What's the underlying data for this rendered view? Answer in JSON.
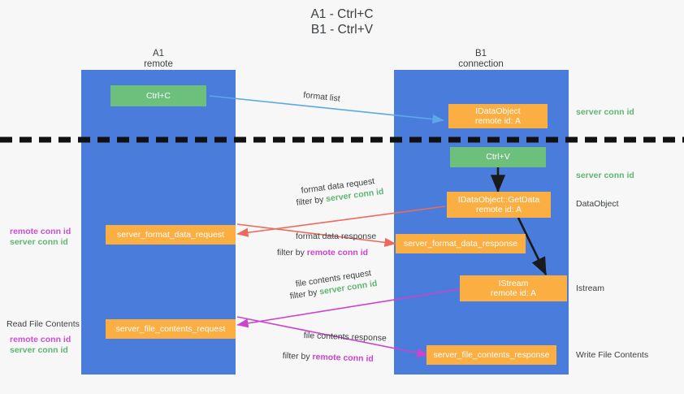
{
  "title": {
    "line1": "A1 - Ctrl+C",
    "line2": "B1 - Ctrl+V"
  },
  "lanes": [
    {
      "name": "A1",
      "sub": "remote"
    },
    {
      "name": "B1",
      "sub": "connection"
    }
  ],
  "boxes": {
    "ctrl_c": "Ctrl+C",
    "ctrl_v": "Ctrl+V",
    "idataobject_l1": "IDataObject",
    "idataobject_l2": "remote id: A",
    "getdata_l1": "IDataObject::GetData",
    "getdata_l2": "remote id: A",
    "istream_l1": "IStream",
    "istream_l2": "remote id: A",
    "server_format_data_request": "server_format_data_request",
    "server_format_data_response": "server_format_data_response",
    "server_file_contents_request": "server_file_contents_request",
    "server_file_contents_response": "server_file_contents_response"
  },
  "arrow_labels": {
    "format_list": "format list",
    "format_data_request": "format data request",
    "format_data_request_filter_prefix": "filter by ",
    "format_data_request_filter_value": "server conn id",
    "format_data_response": "format data response",
    "format_data_response_filter_prefix": "filter by ",
    "format_data_response_filter_value": "remote conn id",
    "file_contents_request": "file contents request",
    "file_contents_request_filter_prefix": "filter by ",
    "file_contents_request_filter_value": "server conn id",
    "file_contents_response": "file contents response",
    "file_contents_response_filter_prefix": "filter by ",
    "file_contents_response_filter_value": "remote conn id"
  },
  "side_labels": {
    "right_server_conn_id_top": "server conn id",
    "right_server_conn_id_mid": "server conn id",
    "right_dataobject": "DataObject",
    "right_istream": "Istream",
    "right_write_file_contents": "Write File Contents",
    "left_remote_conn_id_1": "remote conn id",
    "left_server_conn_id_1": "server conn id",
    "left_read_file_contents": "Read File Contents",
    "left_remote_conn_id_2": "remote conn id",
    "left_server_conn_id_2": "server conn id"
  },
  "colors": {
    "lane": "#4a7ddb",
    "orange": "#fbae42",
    "green": "#6cc07c",
    "arrow_blue": "#5aa9e6",
    "arrow_red": "#ec6a5c",
    "arrow_magenta": "#cc44cc",
    "arrow_black": "#1a1a1a",
    "text_green": "#5fb573",
    "text_magenta": "#c94fd4",
    "background": "#f7f7f7",
    "divider": "#111111"
  }
}
